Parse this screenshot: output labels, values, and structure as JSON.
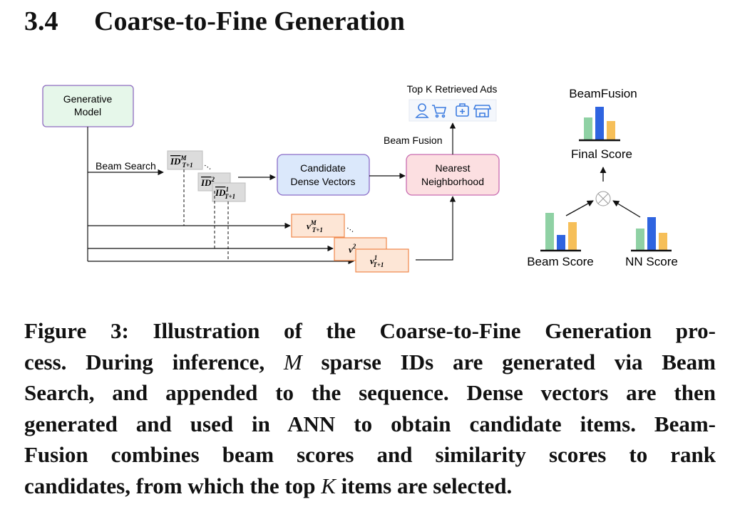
{
  "section": {
    "number": "3.4",
    "title": "Coarse-to-Fine Generation"
  },
  "figure": {
    "generative_model": [
      "Generative",
      "Model"
    ],
    "beam_search_label": "Beam Search",
    "sparse_ids": [
      {
        "base": "ID",
        "sup": "M",
        "sub": "T+1"
      },
      {
        "base": "ID",
        "sup": "2",
        "sub": ""
      },
      {
        "base": "ID",
        "sup": "1",
        "sub": "T+1"
      }
    ],
    "dense_vecs": [
      {
        "base": "v",
        "sup": "M",
        "sub": "T+1"
      },
      {
        "base": "v",
        "sup": "2",
        "sub": ""
      },
      {
        "base": "v",
        "sup": "1",
        "sub": "T+1"
      }
    ],
    "candidate_box": [
      "Candidate",
      "Dense Vectors"
    ],
    "nearest_box": [
      "Nearest",
      "Neighborhood"
    ],
    "beam_fusion_arrow_label": "Beam Fusion",
    "top_k_label": "Top K Retrieved Ads",
    "ad_icons": [
      "person-icon",
      "cart-icon",
      "medical-bag-icon",
      "store-icon"
    ],
    "beamfusion_title": "BeamFusion",
    "final_score_label": "Final Score",
    "beam_score_label": "Beam Score",
    "nn_score_label": "NN Score",
    "combine_symbol": "⊗",
    "colors": {
      "generative_fill": "#e6f7ea",
      "generative_stroke": "#8f6cc0",
      "candidate_fill": "#dbe8fb",
      "candidate_stroke": "#8a6cc8",
      "nearest_fill": "#fcdfe1",
      "nearest_stroke": "#c86bb0",
      "sparse_fill": "#dcdcdc",
      "dense_fill": "#fde6d6",
      "dense_stroke": "#f0874a",
      "bar_green": "#8fd1a4",
      "bar_blue": "#2f64e0",
      "bar_orange": "#f6bf59",
      "icon_blue": "#3b7be0"
    }
  },
  "caption": {
    "lines": [
      [
        "Figure 3: Illustration of the Coarse-to-Fine Generation pro-"
      ],
      [
        "cess. During inference, ",
        {
          "it": "M"
        },
        " sparse IDs are generated via Beam"
      ],
      [
        "Search, and appended to the sequence. Dense vectors are then"
      ],
      [
        "generated and used in ANN to obtain candidate items. Beam-"
      ],
      [
        "Fusion combines beam scores and similarity scores to rank"
      ],
      [
        "candidates, from which the top ",
        {
          "it": "K"
        },
        " items are selected."
      ]
    ]
  }
}
